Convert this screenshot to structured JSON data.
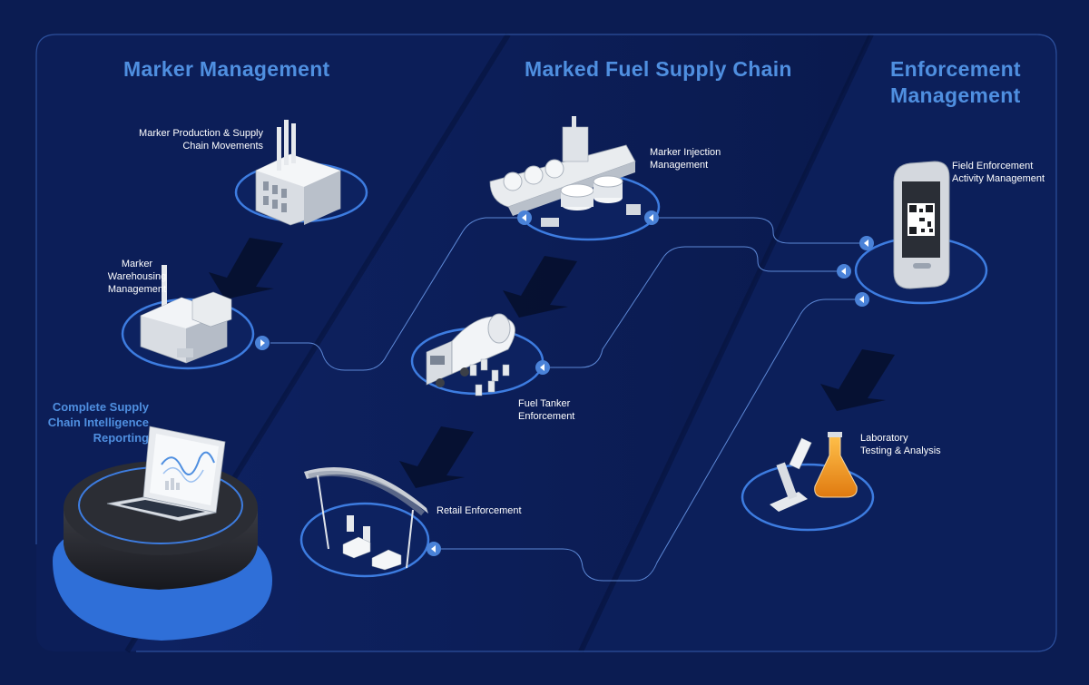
{
  "headings": {
    "marker_management": "Marker Management",
    "supply_chain": "Marked Fuel Supply Chain",
    "enforcement_line1": "Enforcement",
    "enforcement_line2": "Management"
  },
  "nodes": {
    "production": {
      "line1": "Marker Production & Supply",
      "line2": "Chain Movements",
      "icon": "factory-icon"
    },
    "warehousing": {
      "line1": "Marker",
      "line2": "Warehousing",
      "line3": "Management",
      "icon": "warehouse-icon"
    },
    "injection": {
      "line1": "Marker Injection",
      "line2": "Management",
      "icon": "ship-refinery-icon"
    },
    "tanker": {
      "line1": "Fuel Tanker",
      "line2": "Enforcement",
      "icon": "fuel-tanker-icon"
    },
    "retail": {
      "line1": "Retail Enforcement",
      "icon": "fuel-station-icon"
    },
    "field": {
      "line1": "Field Enforcement",
      "line2": "Activity Management",
      "icon": "smartphone-qr-icon"
    },
    "laboratory": {
      "line1": "Laboratory",
      "line2": "Testing & Analysis",
      "icon": "microscope-flask-icon"
    }
  },
  "reporting": {
    "line1": "Complete Supply",
    "line2": "Chain Intelligence",
    "line3": "Reporting",
    "icon": "laptop-chart-icon"
  },
  "colors": {
    "background": "#0b1c52",
    "accent": "#4f8fe0",
    "ring": "#3d7ce0",
    "connector": "#5d88d6",
    "text": "#ffffff",
    "flask_liquid": "#f29a1a"
  }
}
